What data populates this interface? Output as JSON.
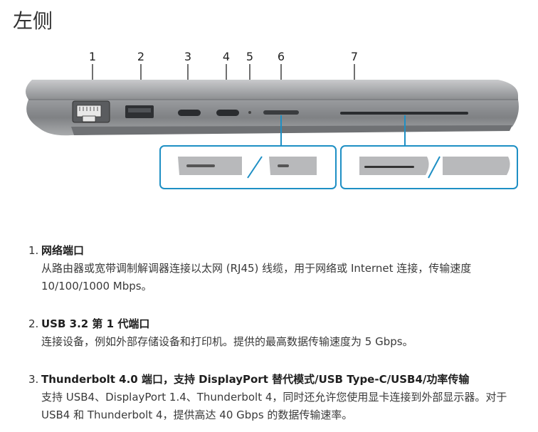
{
  "page": {
    "title": "左侧"
  },
  "diagram": {
    "port_labels": [
      "1",
      "2",
      "3",
      "4",
      "5",
      "6",
      "7"
    ]
  },
  "items": [
    {
      "num": "1.",
      "title": "网络端口",
      "desc_lines": [
        "从路由器或宽带调制解调器连接以太网 (RJ45) 线缆，用于网络或 Internet 连接，传输速度",
        "10/100/1000 Mbps。"
      ]
    },
    {
      "num": "2.",
      "title": "USB 3.2 第 1 代端口",
      "desc_lines": [
        "连接设备，例如外部存储设备和打印机。提供的最高数据传输速度为 5 Gbps。"
      ]
    },
    {
      "num": "3.",
      "title": "Thunderbolt 4.0 端口，支持 DisplayPort 替代模式/USB Type-C/USB4/功率传输",
      "desc_lines": [
        "支持 USB4、DisplayPort 1.4、Thunderbolt 4，同时还允许您使用显卡连接到外部显示器。对于",
        "USB4 和 Thunderbolt 4，提供高达 40 Gbps 的数据传输速率。"
      ]
    }
  ]
}
